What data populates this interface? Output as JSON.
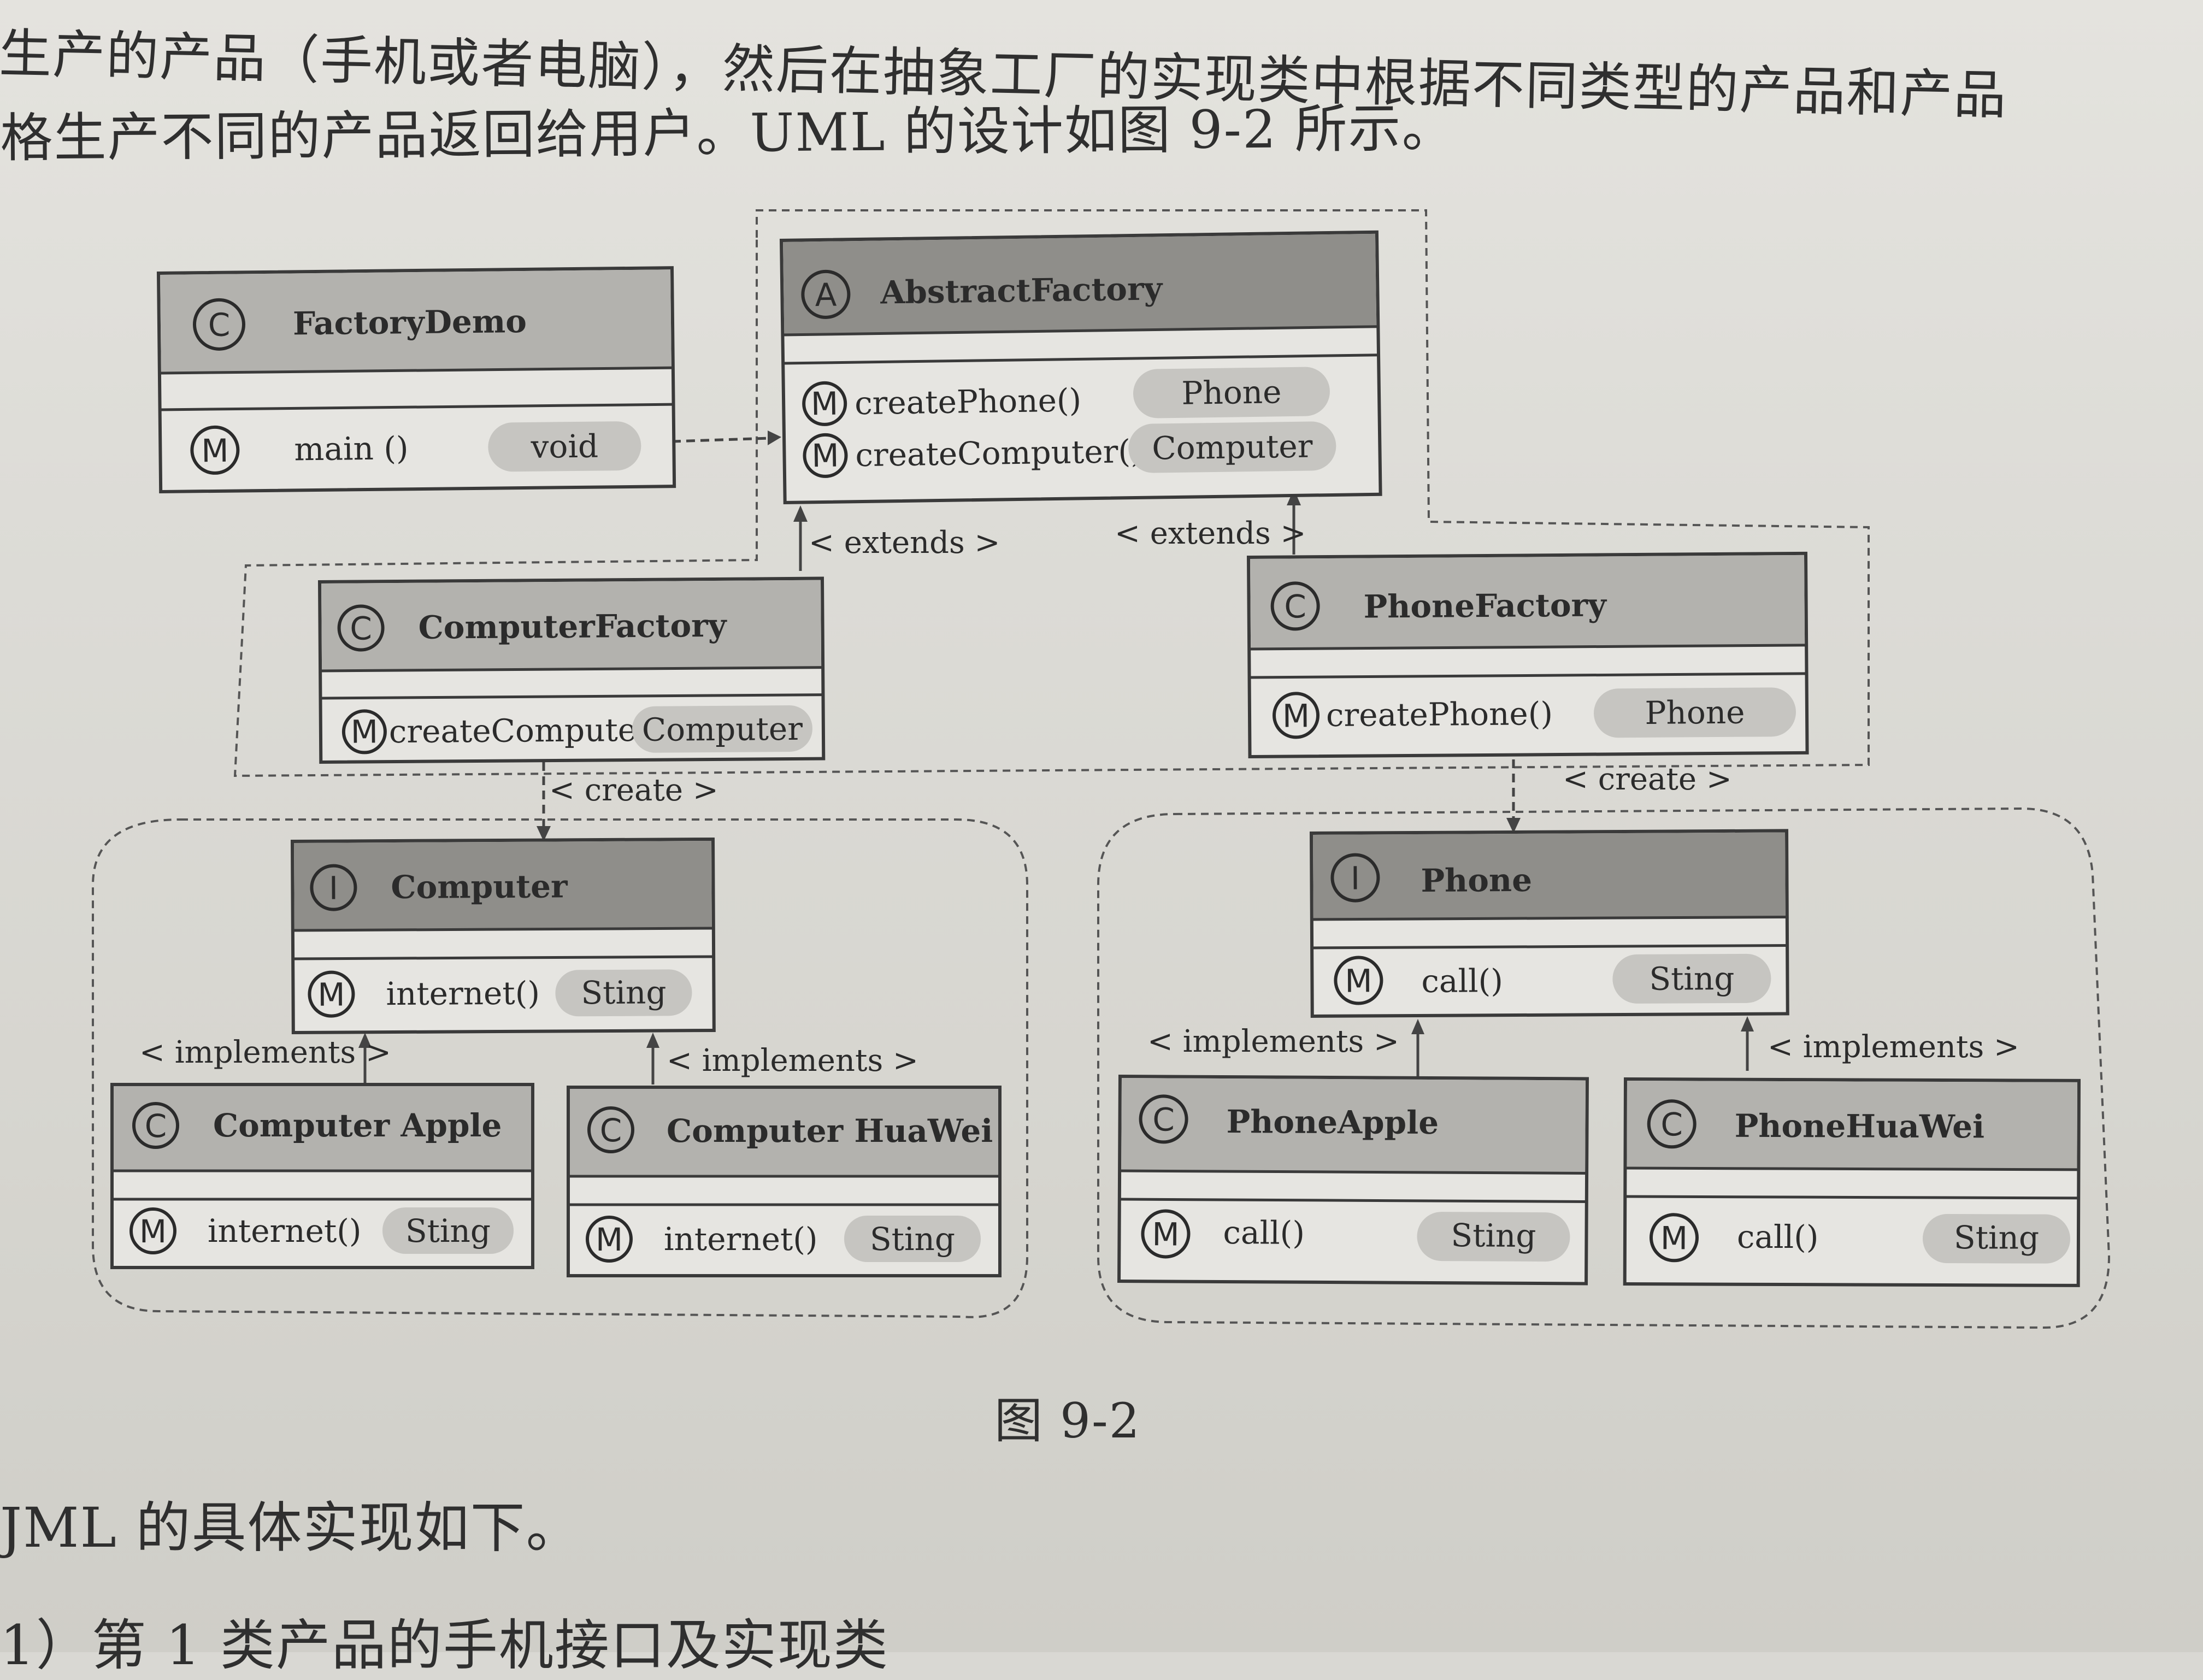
{
  "text": {
    "line1": "生产的产品（手机或者电脑），然后在抽象工厂的实现类中根据不同类型的产品和产品",
    "line2": "格生产不同的产品返回给用户。UML 的设计如图 9-2 所示。",
    "caption": "图 9-2",
    "line3": "JML 的具体实现如下。",
    "line4": "1）第 1 类产品的手机接口及实现类"
  },
  "diagram": {
    "badges": {
      "class": "C",
      "abstract": "A",
      "interface": "I",
      "method": "M"
    },
    "classes": {
      "factory_demo": {
        "kind": "C",
        "name": "FactoryDemo",
        "methods": [
          {
            "name": "main ()",
            "ret": "void"
          }
        ]
      },
      "abstract_factory": {
        "kind": "A",
        "name": "AbstractFactory",
        "methods": [
          {
            "name": "createPhone()",
            "ret": "Phone"
          },
          {
            "name": "createComputer()",
            "ret": "Computer"
          }
        ]
      },
      "computer_factory": {
        "kind": "C",
        "name": "ComputerFactory",
        "methods": [
          {
            "name": "createComputer()",
            "ret": "Computer"
          }
        ]
      },
      "phone_factory": {
        "kind": "C",
        "name": "PhoneFactory",
        "methods": [
          {
            "name": "createPhone()",
            "ret": "Phone"
          }
        ]
      },
      "computer": {
        "kind": "I",
        "name": "Computer",
        "methods": [
          {
            "name": "internet()",
            "ret": "Sting"
          }
        ]
      },
      "phone": {
        "kind": "I",
        "name": "Phone",
        "methods": [
          {
            "name": "call()",
            "ret": "Sting"
          }
        ]
      },
      "computer_apple": {
        "kind": "C",
        "name": "Computer Apple",
        "methods": [
          {
            "name": "internet()",
            "ret": "Sting"
          }
        ]
      },
      "computer_huawei": {
        "kind": "C",
        "name": "Computer HuaWei",
        "methods": [
          {
            "name": "internet()",
            "ret": "Sting"
          }
        ]
      },
      "phone_apple": {
        "kind": "C",
        "name": "PhoneApple",
        "methods": [
          {
            "name": "call()",
            "ret": "Sting"
          }
        ]
      },
      "phone_huawei": {
        "kind": "C",
        "name": "PhoneHuaWei",
        "methods": [
          {
            "name": "call()",
            "ret": "Sting"
          }
        ]
      }
    },
    "labels": {
      "extends_left": "< extends >",
      "extends_right": "< extends >",
      "create_left": "< create >",
      "create_right": "< create >",
      "implements_ca": "< implements >",
      "implements_ch": "< implements >",
      "implements_pa": "< implements >",
      "implements_ph": "< implements >"
    }
  }
}
